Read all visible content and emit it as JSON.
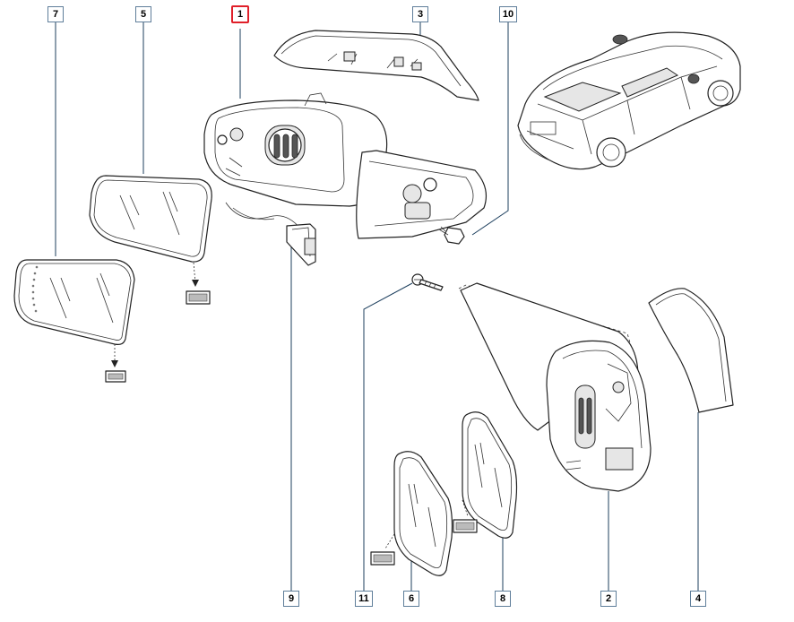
{
  "callouts": [
    {
      "id": "c7",
      "label": "7",
      "highlight": false
    },
    {
      "id": "c5",
      "label": "5",
      "highlight": false
    },
    {
      "id": "c1",
      "label": "1",
      "highlight": true
    },
    {
      "id": "c3",
      "label": "3",
      "highlight": false
    },
    {
      "id": "c10",
      "label": "10",
      "highlight": false
    },
    {
      "id": "c9",
      "label": "9",
      "highlight": false
    },
    {
      "id": "c11",
      "label": "11",
      "highlight": false
    },
    {
      "id": "c6",
      "label": "6",
      "highlight": false
    },
    {
      "id": "c8",
      "label": "8",
      "highlight": false
    },
    {
      "id": "c2",
      "label": "2",
      "highlight": false
    },
    {
      "id": "c4",
      "label": "4",
      "highlight": false
    }
  ],
  "colors": {
    "callout_border": "#5f7e9a",
    "highlight_border": "#e0202a",
    "leader_line": "#1d3f5e",
    "drawing_line": "#222222"
  },
  "icons": {
    "part_7": "heated-mirror-glass-with-indicator-icon",
    "part_5": "mirror-glass-icon",
    "part_1": "complete-mirror-assembly-icon",
    "part_3": "mirror-cover-cap-icon",
    "part_10": "bolt-icon",
    "part_9": "wiring-connector-icon",
    "part_11": "screw-icon",
    "part_6": "mirror-glass-small-icon",
    "part_8": "mirror-glass-small-icon",
    "part_2": "mirror-housing-icon",
    "part_4": "mirror-cap-icon",
    "car": "sedan-car-icon"
  }
}
